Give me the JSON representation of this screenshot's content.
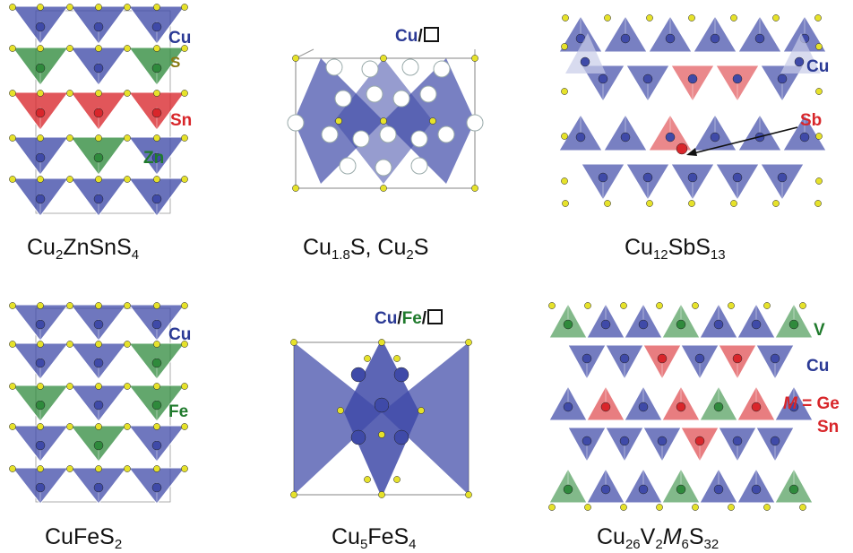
{
  "colors": {
    "cu": "#3f4aa8",
    "s": "#e6e22a",
    "sn": "#d9262b",
    "zn": "#2f8a3c",
    "fe": "#2f8a3c",
    "v": "#2f8a3c",
    "vacancy": "#ffffff"
  },
  "panels": [
    {
      "id": "czts",
      "formula": {
        "a": "Cu",
        "a_sub": "2",
        "b": "ZnSnS",
        "b_sub": "4"
      },
      "labels": {
        "cu": "Cu",
        "s": "S",
        "sn": "Sn",
        "zn": "Zn"
      }
    },
    {
      "id": "cu2s",
      "formula": {
        "a": "Cu",
        "a_sub": "1.8",
        "b": "S, Cu",
        "b_sub": "2",
        "c": "S"
      },
      "labels": {
        "cu": "Cu",
        "slash": "/"
      }
    },
    {
      "id": "tetrahedrite",
      "formula": {
        "a": "Cu",
        "a_sub": "12",
        "b": "SbS",
        "b_sub": "13"
      },
      "labels": {
        "cu": "Cu",
        "sb": "Sb"
      }
    },
    {
      "id": "chalcopyrite",
      "formula": {
        "a": "CuFeS",
        "a_sub": "2"
      },
      "labels": {
        "cu": "Cu",
        "fe": "Fe"
      }
    },
    {
      "id": "bornite",
      "formula": {
        "a": "Cu",
        "a_sub": "5",
        "b": "FeS",
        "b_sub": "4"
      },
      "labels": {
        "cu": "Cu",
        "slash1": "/",
        "fe": "Fe",
        "slash2": "/"
      }
    },
    {
      "id": "colusite",
      "formula": {
        "a": "Cu",
        "a_sub": "26",
        "b": "V",
        "b_sub": "2",
        "m": "M",
        "m_sub": "6",
        "c": "S",
        "c_sub": "32"
      },
      "labels": {
        "v": "V",
        "cu": "Cu",
        "m": "M",
        "eq": " = Ge",
        "sn": "Sn"
      }
    }
  ]
}
